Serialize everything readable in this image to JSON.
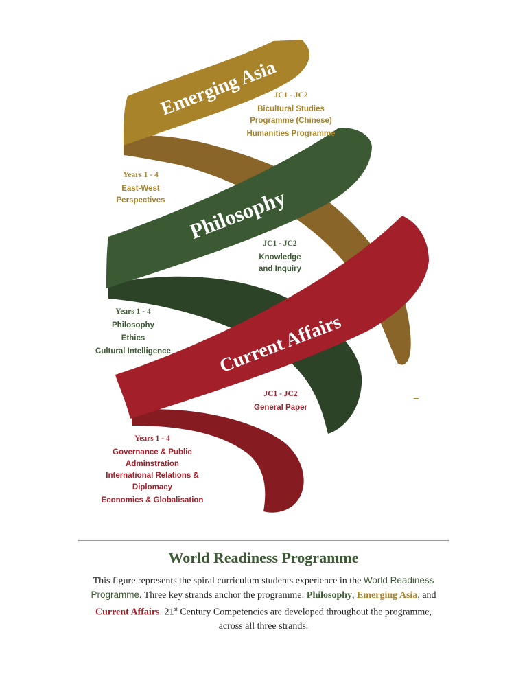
{
  "strands": {
    "asia": {
      "name": "Emerging Asia",
      "color": "#a8832a",
      "dark": "#8a6529"
    },
    "philosophy": {
      "name": "Philosophy",
      "color": "#3b5a33",
      "dark": "#2c4327"
    },
    "affairs": {
      "name": "Current Affairs",
      "color": "#a31f2a",
      "dark": "#861c22"
    }
  },
  "labels": {
    "asia_jc": {
      "head": "JC1 - JC2",
      "items": [
        "Bicultural Studies Programme (Chinese)",
        "Humanities Programme"
      ]
    },
    "asia_years": {
      "head": "Years 1 - 4",
      "items": [
        "East-West Perspectives"
      ]
    },
    "phil_jc": {
      "head": "JC1 - JC2",
      "items": [
        "Knowledge and Inquiry"
      ]
    },
    "phil_years": {
      "head": "Years 1 - 4",
      "items": [
        "Philosophy",
        "Ethics",
        "Cultural Intelligence"
      ]
    },
    "affairs_jc": {
      "head": "JC1 - JC2",
      "items": [
        "General Paper"
      ]
    },
    "affairs_years": {
      "head": "Years 1 - 4",
      "items": [
        "Governance & Public Adminstration",
        "International Relations & Diplomacy",
        "Economics & Globalisation"
      ]
    }
  },
  "footer": {
    "title": "World Readiness Programme",
    "caption": {
      "p1": "This figure represents the spiral curriculum students experience in the ",
      "wrp": "World Readiness Programme",
      "p2": ". Three key strands anchor the programme: ",
      "philosophy": "Philosophy",
      "sep1": ", ",
      "asia": "Emerging Asia",
      "sep2": ", and ",
      "affairs": "Current Affairs",
      "p3": ". 21",
      "sup": "st",
      "p4": " Century Competencies are developed throughout the programme, across all three strands."
    }
  }
}
